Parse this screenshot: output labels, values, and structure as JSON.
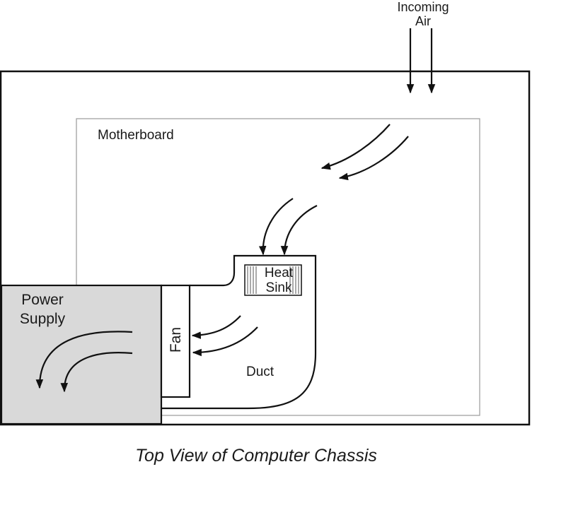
{
  "labels": {
    "incoming_air_line1": "Incoming",
    "incoming_air_line2": "Air",
    "motherboard": "Motherboard",
    "heat_sink_line1": "Heat",
    "heat_sink_line2": "Sink",
    "power_supply_line1": "Power",
    "power_supply_line2": "Supply",
    "fan": "Fan",
    "duct": "Duct"
  },
  "caption": "Top View of Computer Chassis",
  "colors": {
    "stroke": "#111111",
    "motherboard_border": "#9a9a9a",
    "power_supply_fill": "#d9d9d9",
    "background": "#ffffff"
  }
}
